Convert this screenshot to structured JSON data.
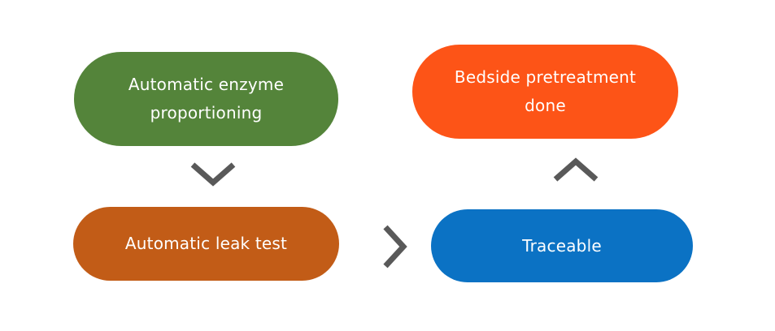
{
  "diagram": {
    "nodes": {
      "enzyme": {
        "label": "Automatic enzyme proportioning",
        "color": "#54843a"
      },
      "leak": {
        "label": "Automatic leak test",
        "color": "#c25c17"
      },
      "traceable": {
        "label": "Traceable",
        "color": "#0b72c4"
      },
      "bedside": {
        "label": "Bedside pretreatment done",
        "color": "#fd5417"
      }
    },
    "arrows": {
      "color": "#595959",
      "flow": [
        {
          "from": "enzyme",
          "to": "leak",
          "icon": "chevron-down-icon"
        },
        {
          "from": "leak",
          "to": "traceable",
          "icon": "chevron-right-icon"
        },
        {
          "from": "traceable",
          "to": "bedside",
          "icon": "chevron-up-icon"
        }
      ]
    }
  }
}
